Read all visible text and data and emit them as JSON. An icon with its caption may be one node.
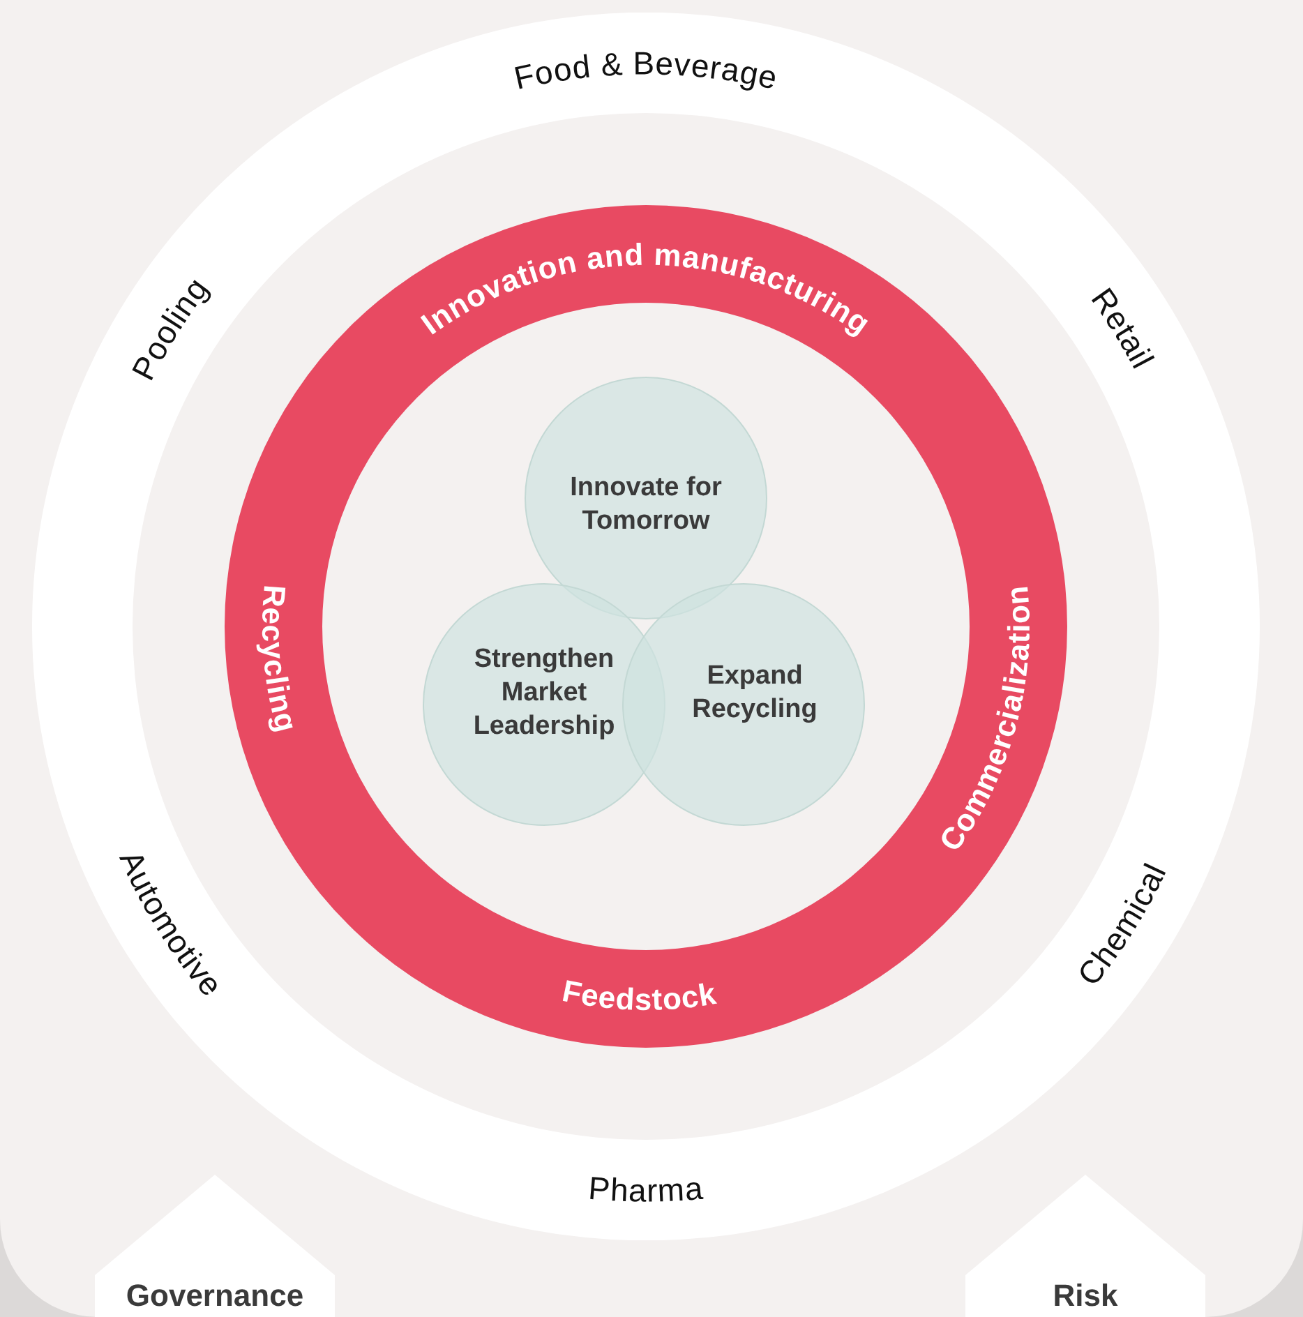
{
  "diagram": {
    "nodes": [
      {
        "text": [
          "Food & Beverage",
          "Pooling",
          "Retail",
          "Automotive",
          "Chemical",
          "Pharma"
        ]
      },
      {
        "text": [
          "Innovation and manufacturing",
          "Recycling",
          "Commercialization",
          "Feedstock"
        ],
        "in": 0
      },
      {
        "text": [
          "Innovate for Tomorrow"
        ],
        "in": 1
      },
      {
        "text": [
          "Strengthen Market Leadership"
        ],
        "in": 1
      },
      {
        "text": [
          "Expand Recycling"
        ],
        "in": 1
      },
      {
        "text": [
          "Governance"
        ]
      },
      {
        "text": [
          "Risk"
        ]
      }
    ]
  }
}
